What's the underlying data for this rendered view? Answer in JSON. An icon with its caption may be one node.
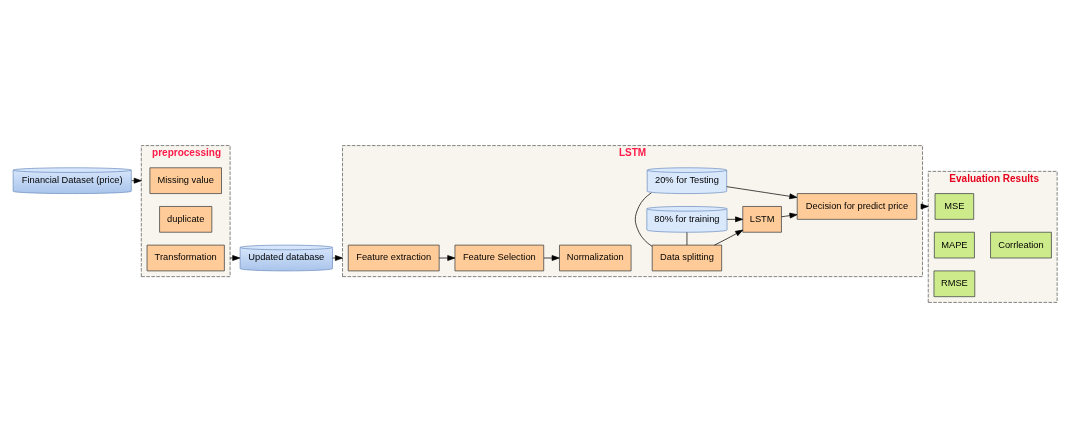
{
  "diagram": {
    "nodes": [
      {
        "text": [
          "Financial Dataset (price)"
        ]
      },
      {
        "text": [
          "preprocessing"
        ]
      },
      {
        "text": [
          "Missing value"
        ],
        "in": 1
      },
      {
        "text": [
          "duplicate"
        ],
        "in": 1
      },
      {
        "text": [
          "Transformation"
        ],
        "in": 1
      },
      {
        "text": [
          "Updated database"
        ]
      },
      {
        "text": [
          "LSTM"
        ]
      },
      {
        "text": [
          "Feature extraction"
        ],
        "in": 6
      },
      {
        "text": [
          "Feature Selection"
        ],
        "in": 6
      },
      {
        "text": [
          "Normalization"
        ],
        "in": 6
      },
      {
        "text": [
          "Data splitting"
        ],
        "in": 6
      },
      {
        "text": [
          "80% for training"
        ],
        "in": 6
      },
      {
        "text": [
          "20% for Testing"
        ],
        "in": 6
      },
      {
        "text": [
          "LSTM"
        ],
        "in": 6
      },
      {
        "text": [
          "Decision for predict price"
        ],
        "in": 6
      },
      {
        "text": [
          "Evaluation Results"
        ]
      },
      {
        "text": [
          "MSE"
        ],
        "in": 15
      },
      {
        "text": [
          "MAPE"
        ],
        "in": 15
      },
      {
        "text": [
          "RMSE"
        ],
        "in": 15
      },
      {
        "text": [
          "Corrleation"
        ],
        "in": 15
      }
    ],
    "edges": [
      {
        "from": 0,
        "to": 1,
        "arrow": "to"
      },
      {
        "from": 1,
        "to": 5,
        "arrow": "to"
      },
      {
        "from": 5,
        "to": 6,
        "arrow": "to"
      },
      {
        "from": 7,
        "to": 8,
        "arrow": "to"
      },
      {
        "from": 8,
        "to": 9,
        "arrow": "to"
      },
      {
        "from": 10,
        "to": 11,
        "arrow": "none"
      },
      {
        "from": 10,
        "to": 12,
        "arrow": "none"
      },
      {
        "from": 10,
        "to": 13,
        "arrow": "to"
      },
      {
        "from": 11,
        "to": 13,
        "arrow": "to"
      },
      {
        "from": 13,
        "to": 14,
        "arrow": "to"
      },
      {
        "from": 12,
        "to": 14,
        "arrow": "to"
      },
      {
        "from": 6,
        "to": 15,
        "arrow": "to"
      }
    ]
  }
}
